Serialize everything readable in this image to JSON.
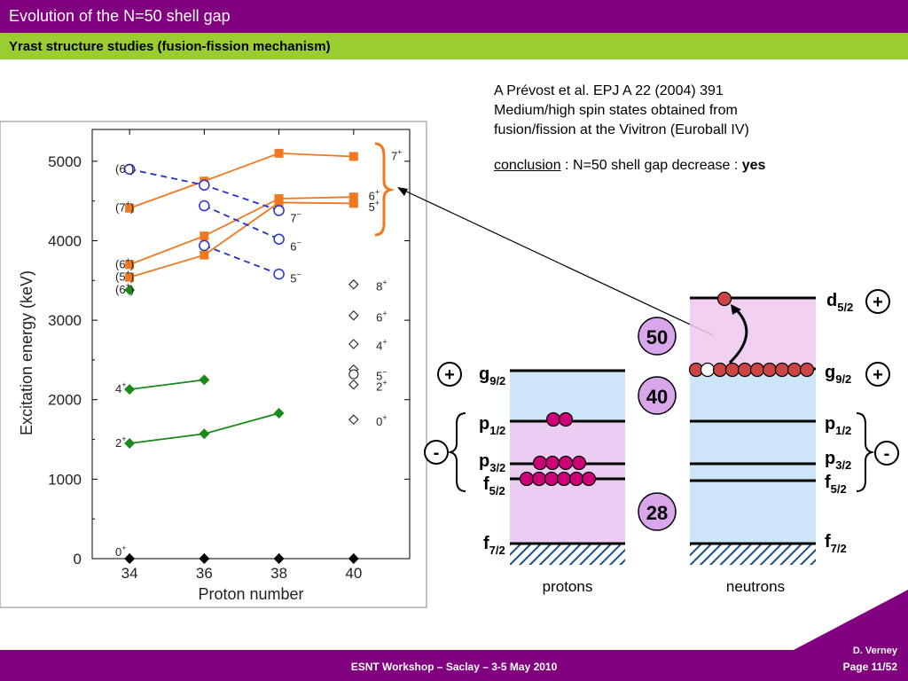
{
  "header": {
    "title": "Evolution of the N=50 shell gap",
    "subtitle": "Yrast structure studies (fusion-fission mechanism)"
  },
  "reference": {
    "line1": "A Prévost et al. EPJ A 22 (2004) 391",
    "line2": "Medium/high spin states obtained from",
    "line3": "fusion/fission at the Vivitron (Euroball IV)",
    "conclusion_label": "conclusion",
    "conclusion_text": " : N=50 shell gap decrease : ",
    "conclusion_answer": "yes"
  },
  "footer": {
    "text": "ESNT Workshop –   Saclay –   3-5 May 2010",
    "author": "D. Verney",
    "page": "Page 11/52"
  },
  "colors": {
    "purple": "#800080",
    "green_bar": "#9acd32",
    "orange": "#f07820",
    "blue": "#2233cc",
    "green": "#1a8a1a",
    "proton_fill": "#f0c8f0",
    "neutron_fill": "#cce6f8",
    "magic_fill": "#d9a6ec",
    "proton_dot": "#cc0077",
    "neutron_dot": "#cc4444"
  },
  "chart_data": {
    "type": "scatter",
    "xlabel": "Proton number",
    "ylabel": "Excitation energy (keV)",
    "xlim": [
      33,
      41.5
    ],
    "ylim": [
      0,
      5400
    ],
    "x_ticks": [
      "34",
      "36",
      "38",
      "40"
    ],
    "y_ticks": [
      "0",
      "1000",
      "2000",
      "3000",
      "4000",
      "5000"
    ],
    "series": [
      {
        "style": "orange-square-line",
        "points": [
          [
            34,
            4410
          ],
          [
            36,
            4750
          ],
          [
            38,
            5100
          ],
          [
            40,
            5060
          ]
        ]
      },
      {
        "style": "orange-square-line",
        "points": [
          [
            34,
            3700
          ],
          [
            36,
            4060
          ],
          [
            38,
            4530
          ],
          [
            40,
            4550
          ]
        ]
      },
      {
        "style": "orange-square-line",
        "points": [
          [
            34,
            3540
          ],
          [
            36,
            3820
          ],
          [
            38,
            4480
          ],
          [
            40,
            4470
          ]
        ]
      },
      {
        "style": "blue-circle-dashed",
        "points": [
          [
            34,
            4900
          ],
          [
            36,
            4700
          ],
          [
            38,
            4380
          ]
        ]
      },
      {
        "style": "blue-circle-dashed",
        "points": [
          [
            36,
            4440
          ],
          [
            38,
            4020
          ]
        ]
      },
      {
        "style": "blue-circle-dashed",
        "points": [
          [
            36,
            3940
          ],
          [
            38,
            3580
          ]
        ]
      },
      {
        "style": "green-diamond-line",
        "points": [
          [
            34,
            2130
          ],
          [
            36,
            2250
          ]
        ]
      },
      {
        "style": "green-diamond-line",
        "points": [
          [
            34,
            1450
          ],
          [
            36,
            1570
          ],
          [
            38,
            1830
          ]
        ]
      },
      {
        "style": "green-diamond",
        "points": [
          [
            34,
            3380
          ]
        ]
      },
      {
        "style": "black-diamond",
        "points": [
          [
            34,
            0
          ],
          [
            36,
            0
          ],
          [
            38,
            0
          ],
          [
            40,
            0
          ]
        ]
      },
      {
        "style": "open-diamond",
        "points": [
          [
            40,
            3450
          ],
          [
            40,
            3060
          ],
          [
            40,
            2700
          ],
          [
            40,
            2380
          ],
          [
            40,
            2190
          ],
          [
            40,
            1750
          ]
        ]
      },
      {
        "style": "open-circle",
        "points": [
          [
            40,
            2320
          ]
        ]
      }
    ],
    "left_labels": [
      {
        "text": "(6",
        "sup": "−",
        "close": ")",
        "y": 4900
      },
      {
        "text": "(7",
        "sup": "+",
        "close": ")",
        "y": 4410
      },
      {
        "text": "(6",
        "sup": "+",
        "close": ")",
        "y": 3700
      },
      {
        "text": "(5",
        "sup": "+",
        "close": ")",
        "y": 3540
      },
      {
        "text": "(6",
        "sup": "+",
        "close": ")",
        "y": 3380
      },
      {
        "text": "4",
        "sup": "+",
        "close": "",
        "y": 2130
      },
      {
        "text": "2",
        "sup": "+",
        "close": "",
        "y": 1450
      },
      {
        "text": "0",
        "sup": "+",
        "close": "",
        "y": 80
      }
    ],
    "right_labels": [
      {
        "text": "7",
        "sup": "+",
        "x": 41.0,
        "y": 5060
      },
      {
        "text": "6",
        "sup": "+",
        "x": 40.4,
        "y": 4560
      },
      {
        "text": "5",
        "sup": "+",
        "x": 40.4,
        "y": 4420
      },
      {
        "text": "7",
        "sup": "−",
        "x": 38.3,
        "y": 4280
      },
      {
        "text": "6",
        "sup": "−",
        "x": 38.3,
        "y": 3920
      },
      {
        "text": "5",
        "sup": "−",
        "x": 38.3,
        "y": 3520
      },
      {
        "text": "8",
        "sup": "+",
        "x": 40.6,
        "y": 3420
      },
      {
        "text": "6",
        "sup": "+",
        "x": 40.6,
        "y": 3030
      },
      {
        "text": "4",
        "sup": "+",
        "x": 40.6,
        "y": 2670
      },
      {
        "text": "5",
        "sup": "−",
        "x": 40.6,
        "y": 2290
      },
      {
        "text": "2",
        "sup": "+",
        "x": 40.6,
        "y": 2160
      },
      {
        "text": "0",
        "sup": "+",
        "x": 40.6,
        "y": 1720
      }
    ]
  },
  "shell_diagram": {
    "protons_label": "protons",
    "neutrons_label": "neutrons",
    "magic_numbers": [
      "50",
      "40",
      "28"
    ],
    "proton_orbitals": [
      {
        "l": "g",
        "j": "9/2"
      },
      {
        "l": "p",
        "j": "1/2"
      },
      {
        "l": "p",
        "j": "3/2"
      },
      {
        "l": "f",
        "j": "5/2"
      },
      {
        "l": "f",
        "j": "7/2"
      }
    ],
    "neutron_orbitals": [
      {
        "l": "d",
        "j": "5/2"
      },
      {
        "l": "g",
        "j": "9/2"
      },
      {
        "l": "p",
        "j": "1/2"
      },
      {
        "l": "p",
        "j": "3/2"
      },
      {
        "l": "f",
        "j": "5/2"
      },
      {
        "l": "f",
        "j": "7/2"
      }
    ],
    "parity_signs": {
      "plus": "+",
      "minus": "-"
    }
  }
}
